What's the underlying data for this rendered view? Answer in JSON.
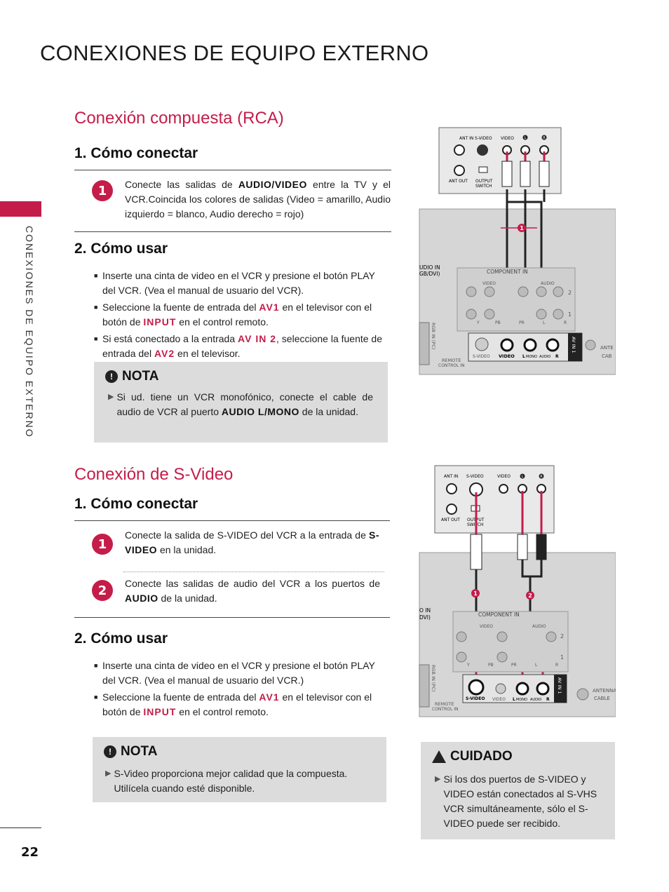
{
  "page": {
    "title": "CONEXIONES DE EQUIPO EXTERNO",
    "side_label": "CONEXIONES DE EQUIPO EXTERNO",
    "page_number": "22"
  },
  "rca": {
    "title": "Conexión compuesta (RCA)",
    "connect_heading": "1. Cómo conectar",
    "step1": {
      "number": "1",
      "pre": "Conecte las salidas de ",
      "key": "AUDIO/VIDEO",
      "post": " entre la TV y el VCR.Coincida los colores de salidas (Video = amarillo, Audio izquierdo = blanco, Audio derecho = rojo)"
    },
    "use_heading": "2. Cómo usar",
    "use_items": [
      {
        "pre": "Inserte una cinta de video en el VCR y presione el botón PLAY del VCR. (Vea el manual de usuario del VCR).",
        "k1": "",
        "mid": "",
        "k2": "",
        "post": ""
      },
      {
        "pre": "Seleccione la fuente de entrada del ",
        "k1": "AV1",
        "mid": " en el televisor con el botón de ",
        "k2": "INPUT",
        "post": " en el control remoto."
      },
      {
        "pre": "Si está conectado a la entrada ",
        "k1": "AV IN 2",
        "mid": ", seleccione la fuente de entrada del ",
        "k2": "AV2",
        "post": " en el televisor."
      }
    ],
    "note": {
      "heading": "NOTA",
      "pre": "Si ud. tiene un VCR monofónico, conecte el cable de audio de VCR al puerto ",
      "key": "AUDIO L/MONO",
      "post": " de la unidad."
    }
  },
  "svideo": {
    "title": "Conexión de S-Video",
    "connect_heading": "1. Cómo conectar",
    "step1": {
      "number": "1",
      "pre": "Conecte la salida de S-VIDEO del VCR a la entrada de ",
      "key": "S-VIDEO",
      "post": " en la unidad."
    },
    "step2": {
      "number": "2",
      "pre": "Conecte las salidas de audio del VCR a los puertos de ",
      "key": "AUDIO",
      "post": " de la unidad."
    },
    "use_heading": "2. Cómo usar",
    "use_items": [
      {
        "pre": "Inserte una cinta de video en el VCR y presione el botón PLAY del VCR. (Vea el manual de usuario del VCR.)",
        "k1": "",
        "mid": "",
        "k2": "",
        "post": ""
      },
      {
        "pre": "Seleccione la fuente de entrada del ",
        "k1": "AV1",
        "mid": " en el televisor con el botón de ",
        "k2": "INPUT",
        "post": " en el control remoto."
      }
    ],
    "note": {
      "heading": "NOTA",
      "text": "S-Video proporciona mejor calidad que la compuesta. Utilícela cuando esté disponible."
    },
    "caution": {
      "heading": "CUIDADO",
      "text": "Si los dos puertos de S-VIDEO y VIDEO están conectados al S-VHS VCR simultáneamente, sólo el S-VIDEO puede ser recibido."
    }
  },
  "diagram1": {
    "vcr": {
      "ant_in": "ANT IN",
      "svideo": "S-VIDEO",
      "video": "VIDEO",
      "l": "L",
      "r": "R",
      "ant_out": "ANT OUT",
      "output_switch_1": "OUTPUT",
      "output_switch_2": "SWITCH"
    },
    "callout": "1",
    "tv": {
      "audio_in_1": "UDIO IN",
      "audio_in_2": "GB/DVI)",
      "component_in": "COMPONENT IN",
      "video": "VIDEO",
      "audio": "AUDIO",
      "y": "Y",
      "pb": "PB",
      "pr": "PR",
      "l": "L",
      "r": "R",
      "n2": "2",
      "n1": "1",
      "rgb_in_pc": "RGB IN (PC)",
      "svideo": "S-VIDEO",
      "video2": "VIDEO",
      "mono": "MONO",
      "audio2": "AUDIO",
      "l2": "L",
      "r2": "R",
      "av_in_1": "AV IN 1",
      "remote_1": "REMOTE",
      "remote_2": "CONTROL IN",
      "ante_1": "ANTE",
      "ante_2": "CAB"
    }
  },
  "diagram2": {
    "vcr": {
      "ant_in": "ANT IN",
      "svideo": "S-VIDEO",
      "video": "VIDEO",
      "l": "L",
      "r": "R",
      "ant_out": "ANT OUT",
      "output_switch_1": "OUTPUT",
      "output_switch_2": "SWITCH"
    },
    "callout1": "1",
    "callout2": "2",
    "tv": {
      "audio_in_1": "O IN",
      "audio_in_2": "DVI)",
      "component_in": "COMPONENT IN",
      "video": "VIDEO",
      "audio": "AUDIO",
      "y": "Y",
      "pb": "PB",
      "pr": "PR",
      "l": "L",
      "r": "R",
      "n2": "2",
      "n1": "1",
      "rgb_in_pc": "RGB IN (PC)",
      "svideo": "S-VIDEO",
      "video2": "VIDEO",
      "mono": "MONO",
      "audio2": "AUDIO",
      "l2": "L",
      "r2": "R",
      "av_in_1": "AV IN 1",
      "remote_1": "REMOTE",
      "remote_2": "CONTROL IN",
      "antenna_1": "ANTENNA",
      "antenna_2": "CABLE"
    }
  }
}
